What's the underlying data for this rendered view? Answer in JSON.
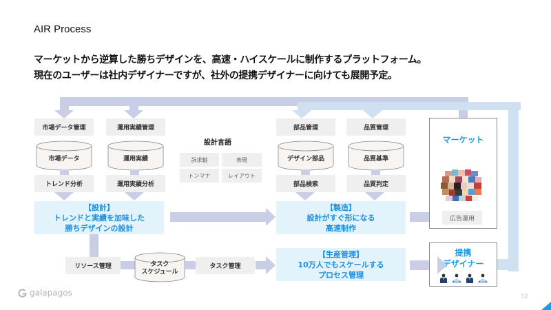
{
  "header": {
    "title": "AIR Process",
    "subtitle_lines": [
      "マーケットから逆算した勝ちデザインを、高速・ハイスケールに制作するプラットフォーム。",
      "現在のユーザーは社内デザイナーですが、社外の提携デザイナーに向けても展開予定。"
    ]
  },
  "diagram": {
    "design_column": {
      "market": {
        "manage": "市場データ管理",
        "db": "市場データ",
        "analysis": "トレンド分析"
      },
      "operation": {
        "manage": "運用実績管理",
        "db": "運用実績",
        "analysis": "運用実績分析"
      }
    },
    "design_language": {
      "title": "設計言語",
      "items": [
        "訴求軸",
        "表現",
        "トンマナ",
        "レイアウト"
      ]
    },
    "production_column": {
      "parts": {
        "manage": "部品管理",
        "db": "デザイン部品",
        "search": "部品検索"
      },
      "quality": {
        "manage": "品質管理",
        "db": "品質基準",
        "judge": "品質判定"
      }
    },
    "process_boxes": {
      "design": [
        "【設計】",
        "トレンドと実績を加味した",
        "勝ちデザインの設計"
      ],
      "manufacturing": [
        "【製造】",
        "設計がすぐ形になる",
        "高速制作"
      ],
      "production_mgmt": [
        "【生産管理】",
        "10万人でもスケールする",
        "プロセス管理"
      ]
    },
    "task_row": {
      "resource": "リソース管理",
      "schedule_db": [
        "タスク",
        "スケジュール"
      ],
      "task_mgmt": "タスク管理"
    },
    "market_box": {
      "title": "マーケット",
      "ad_ops": "広告運用",
      "image": "ad-creative-collage"
    },
    "partner_box": {
      "title_lines": [
        "提携",
        "デザイナー"
      ],
      "icons": [
        "businessman-icon",
        "designer-icon",
        "businessman-icon",
        "designer-icon"
      ]
    }
  },
  "footer": {
    "logo_text": "galapagos",
    "page_number": "32"
  },
  "colors": {
    "accent_blue": "#1a9be6",
    "connector_purple": "#c9cde6",
    "connector_blue": "#cfe1f0",
    "process_box_bg": "#e2f3fc",
    "gray_box_bg": "#efefef"
  }
}
